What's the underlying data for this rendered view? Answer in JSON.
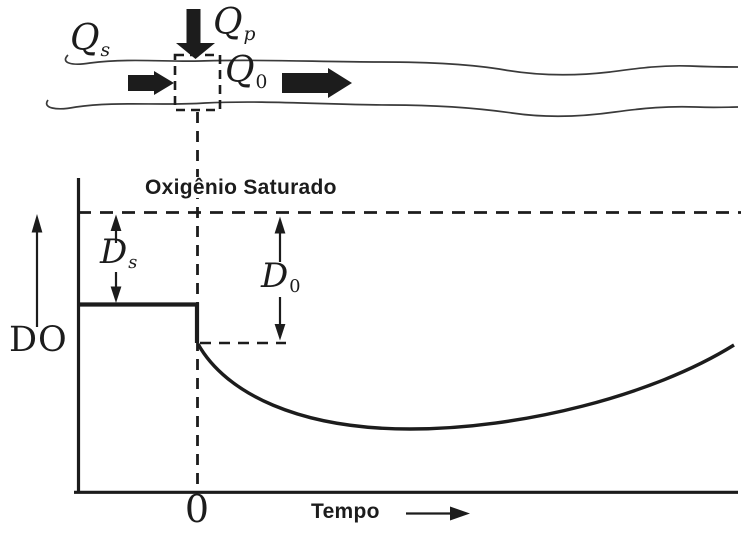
{
  "colors": {
    "ink": "#1c1c1c",
    "background": "#ffffff"
  },
  "river": {
    "upstream_flow_label": {
      "base": "Q",
      "sub": "s"
    },
    "discharge_flow_label": {
      "base": "Q",
      "sub": "p"
    },
    "mixed_flow_label": {
      "base": "Q",
      "sub": "0"
    }
  },
  "graph": {
    "saturation_line_label": "Oxigênio Saturado",
    "y_axis_label": "DO",
    "x_axis_label": "Tempo",
    "origin_tick_label": "0",
    "upstream_deficit_label": {
      "base": "D",
      "sub": "s"
    },
    "initial_deficit_label": {
      "base": "D",
      "sub": "0"
    }
  }
}
